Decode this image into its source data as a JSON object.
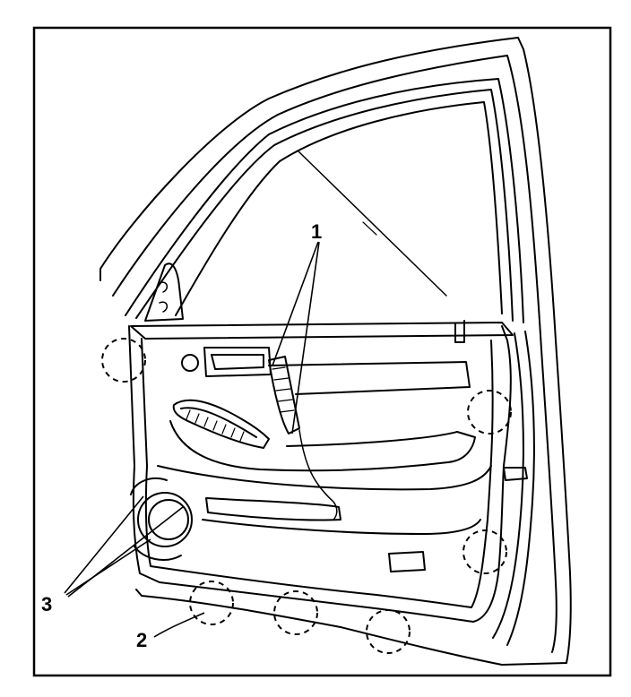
{
  "figure": {
    "callouts": [
      {
        "label": "1",
        "name": "window-regulator-switch-callout"
      },
      {
        "label": "2",
        "name": "door-trim-retainers-callout"
      },
      {
        "label": "3",
        "name": "speaker-callout"
      }
    ]
  },
  "colors": {
    "line": "#000000",
    "background": "#ffffff"
  }
}
